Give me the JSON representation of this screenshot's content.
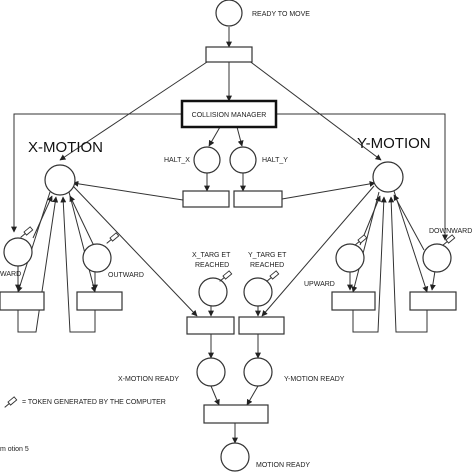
{
  "labels": {
    "ready_to_move": "READY TO MOVE",
    "collision_manager": "COLLISION MANAGER",
    "x_motion": "X-MOTION",
    "y_motion": "Y-MOTION",
    "halt_x": "HALT_X",
    "halt_y": "HALT_Y",
    "inward_partial": "WARD",
    "outward": "OUTWARD",
    "x_target_1": "X_TARG ET",
    "x_target_2": "REACHED",
    "y_target_1": "Y_TARG ET",
    "y_target_2": "REACHED",
    "upward": "UPWARD",
    "downward": "DOWNWARD",
    "x_motion_ready": "X-MOTION READY",
    "y_motion_ready": "Y-MOTION READY",
    "token_legend": "= TOKEN GENERATED BY THE COMPUTER",
    "motion_ready": "MOTION READY",
    "caption_fragment": "m otion 5"
  }
}
